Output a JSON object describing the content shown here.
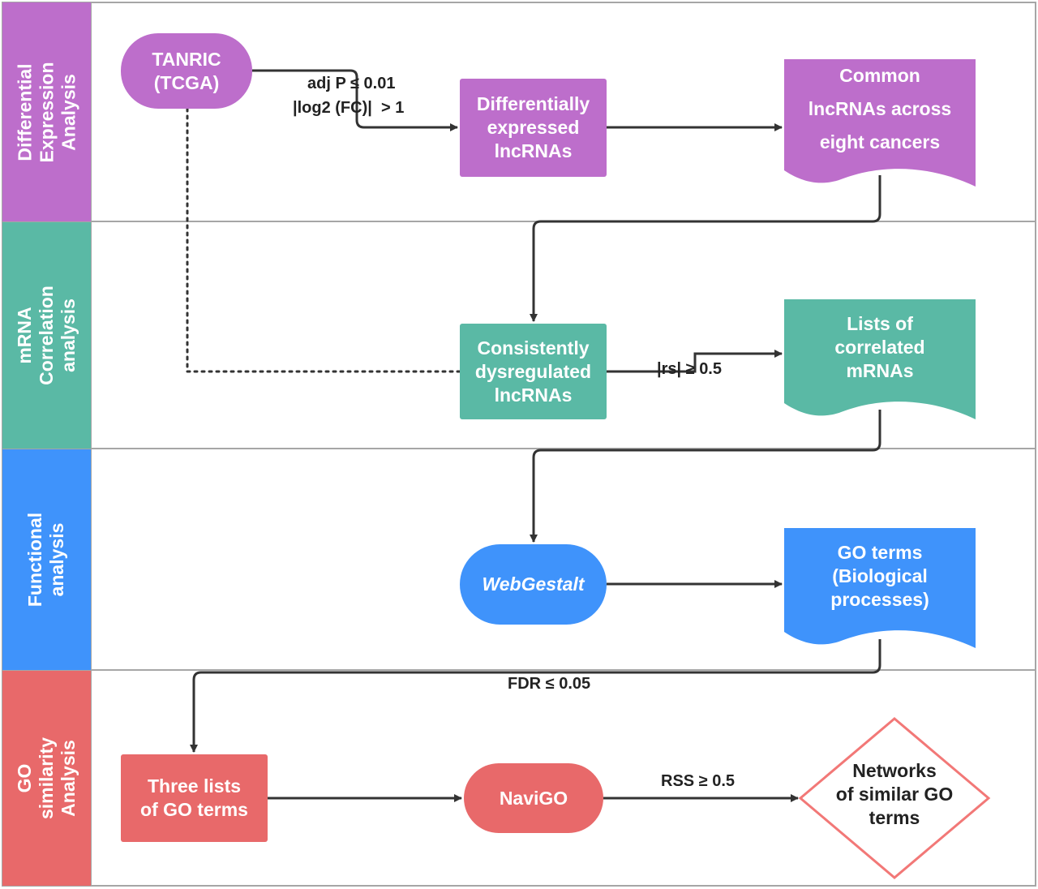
{
  "colors": {
    "differential": "#bd6ecb",
    "correlation": "#5ab9a5",
    "functional": "#3f93fb",
    "similarity": "#e8696a",
    "connector": "#333333",
    "border": "#a6a6a6"
  },
  "lanes": [
    {
      "id": "differential",
      "label": "Differential Expression\nAnalysis"
    },
    {
      "id": "correlation",
      "label": "mRNA Correlation\nanalysis"
    },
    {
      "id": "functional",
      "label": "Functional analysis"
    },
    {
      "id": "similarity",
      "label": "GO similarity Analysis"
    }
  ],
  "nodes": {
    "tanric": "TANRIC\n(TCGA)",
    "de_lncrnas": "Differentially\nexpressed\nlncRNAs",
    "common_lncrnas": "Common\nlncRNAs across\neight cancers",
    "consistent": "Consistently\ndysregulated\nlncRNAs",
    "correlated_mrnas": "Lists of\ncorrelated\nmRNAs",
    "webgestalt": "WebGestalt",
    "go_terms": "GO terms\n(Biological\nprocesses)",
    "three_lists": "Three lists\nof GO terms",
    "navigo": "NaviGO",
    "networks": "Networks\nof similar GO\nterms"
  },
  "edge_labels": {
    "adj_p": "adj P ≤ 0.01",
    "log2fc": "|log2 (FC)|  > 1",
    "rs": "|rs| ≥ 0.5",
    "fdr": "FDR ≤ 0.05",
    "rss": "RSS ≥ 0.5"
  }
}
